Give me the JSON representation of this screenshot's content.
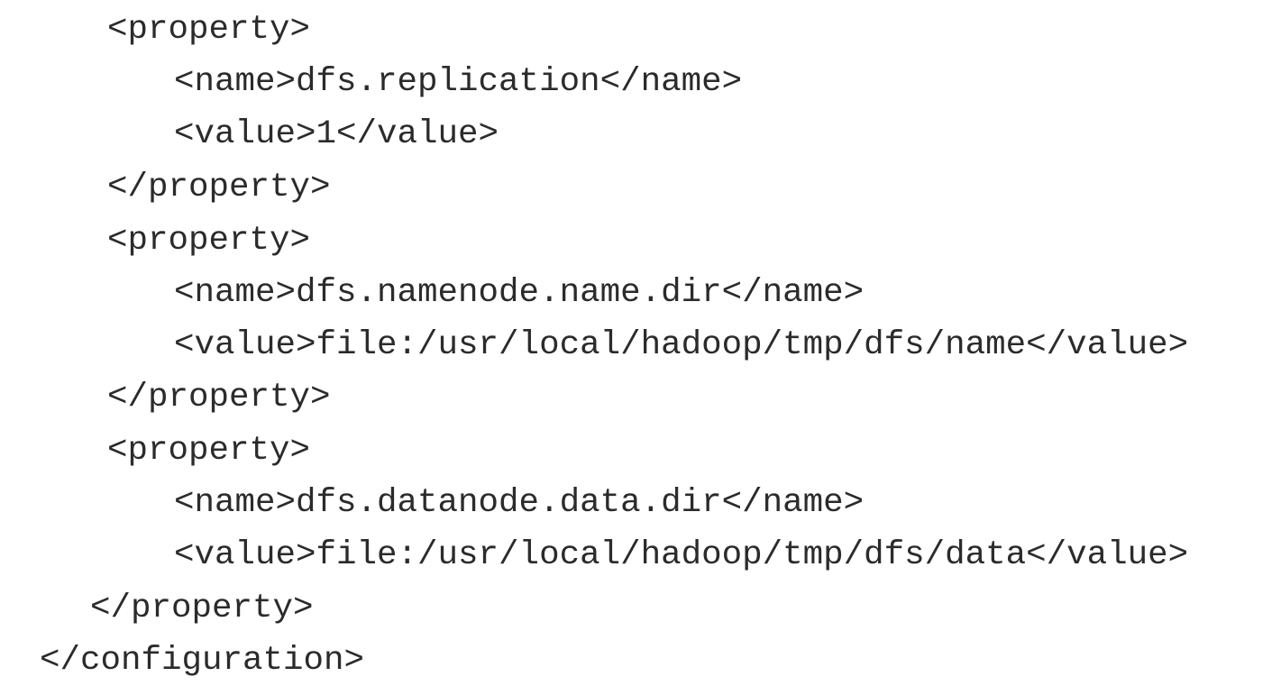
{
  "code_lines": [
    "<property>",
    "<name>dfs.replication</name>",
    "<value>1</value>",
    "</property>",
    "<property>",
    "<name>dfs.namenode.name.dir</name>",
    "<value>file:/usr/local/hadoop/tmp/dfs/name</value>",
    "</property>",
    "<property>",
    "<name>dfs.datanode.data.dir</name>",
    "<value>file:/usr/local/hadoop/tmp/dfs/data</value>",
    "</property>",
    "</configuration>"
  ]
}
